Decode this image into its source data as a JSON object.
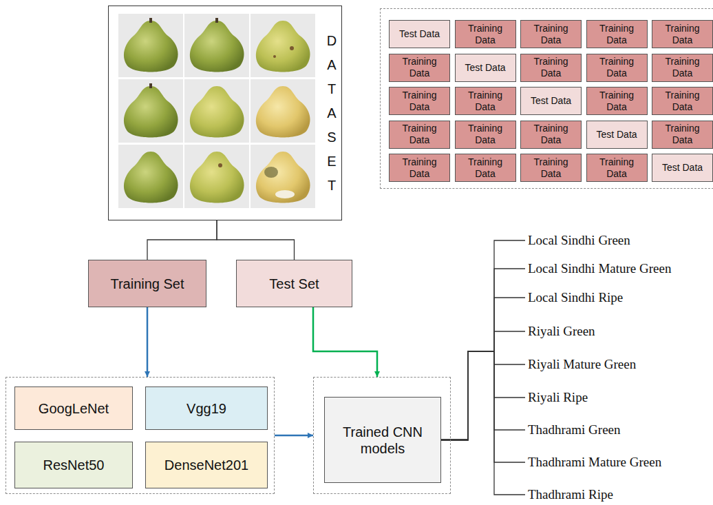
{
  "diagram": {
    "nodes": [
      {
        "text": [
          "DATASET"
        ]
      },
      {
        "text": []
      },
      {
        "text": [
          "Test Data"
        ],
        "in": 1
      },
      {
        "text": [
          "Training Data"
        ],
        "in": 1
      },
      {
        "text": [
          "Training Data"
        ],
        "in": 1
      },
      {
        "text": [
          "Training Data"
        ],
        "in": 1
      },
      {
        "text": [
          "Training Data"
        ],
        "in": 1
      },
      {
        "text": [
          "Training Data"
        ],
        "in": 1
      },
      {
        "text": [
          "Test Data"
        ],
        "in": 1
      },
      {
        "text": [
          "Training Data"
        ],
        "in": 1
      },
      {
        "text": [
          "Training Data"
        ],
        "in": 1
      },
      {
        "text": [
          "Training Data"
        ],
        "in": 1
      },
      {
        "text": [
          "Training Data"
        ],
        "in": 1
      },
      {
        "text": [
          "Training Data"
        ],
        "in": 1
      },
      {
        "text": [
          "Test Data"
        ],
        "in": 1
      },
      {
        "text": [
          "Training Data"
        ],
        "in": 1
      },
      {
        "text": [
          "Training Data"
        ],
        "in": 1
      },
      {
        "text": [
          "Training Data"
        ],
        "in": 1
      },
      {
        "text": [
          "Training Data"
        ],
        "in": 1
      },
      {
        "text": [
          "Training Data"
        ],
        "in": 1
      },
      {
        "text": [
          "Test Data"
        ],
        "in": 1
      },
      {
        "text": [
          "Training Data"
        ],
        "in": 1
      },
      {
        "text": [
          "Training Data"
        ],
        "in": 1
      },
      {
        "text": [
          "Training Data"
        ],
        "in": 1
      },
      {
        "text": [
          "Training Data"
        ],
        "in": 1
      },
      {
        "text": [
          "Training Data"
        ],
        "in": 1
      },
      {
        "text": [
          "Test Data"
        ],
        "in": 1
      },
      {
        "text": [
          "Training Set"
        ]
      },
      {
        "text": [
          "Test Set"
        ]
      },
      {
        "text": []
      },
      {
        "text": [
          "GoogLeNet"
        ],
        "in": 29
      },
      {
        "text": [
          "Vgg19"
        ],
        "in": 29
      },
      {
        "text": [
          "ResNet50"
        ],
        "in": 29
      },
      {
        "text": [
          "DenseNet201"
        ],
        "in": 29
      },
      {
        "text": []
      },
      {
        "text": [
          "Trained CNN models"
        ],
        "in": 34
      },
      {
        "text": [
          "Local Sindhi Green"
        ]
      },
      {
        "text": [
          "Local Sindhi Mature Green"
        ]
      },
      {
        "text": [
          "Local Sindhi Ripe"
        ]
      },
      {
        "text": [
          "Riyali Green"
        ]
      },
      {
        "text": [
          "Riyali Mature Green"
        ]
      },
      {
        "text": [
          "Riyali Ripe"
        ]
      },
      {
        "text": [
          "Thadhrami Green"
        ]
      },
      {
        "text": [
          "Thadhrami Mature Green"
        ]
      },
      {
        "text": [
          "Thadhrami Ripe"
        ]
      }
    ],
    "edges": [
      {
        "from": 0,
        "to": 27,
        "arrow": "none"
      },
      {
        "from": 0,
        "to": 28,
        "arrow": "none"
      },
      {
        "from": 27,
        "to": 29,
        "arrow": "to"
      },
      {
        "from": 28,
        "to": 34,
        "arrow": "to"
      },
      {
        "from": 29,
        "to": 34,
        "arrow": "to"
      },
      {
        "from": 35,
        "to": 36,
        "arrow": "none"
      },
      {
        "from": 35,
        "to": 37,
        "arrow": "none"
      },
      {
        "from": 35,
        "to": 38,
        "arrow": "none"
      },
      {
        "from": 35,
        "to": 39,
        "arrow": "none"
      },
      {
        "from": 35,
        "to": 40,
        "arrow": "none"
      },
      {
        "from": 35,
        "to": 41,
        "arrow": "none"
      },
      {
        "from": 35,
        "to": 42,
        "arrow": "none"
      },
      {
        "from": 35,
        "to": 43,
        "arrow": "none"
      },
      {
        "from": 35,
        "to": 44,
        "arrow": "none"
      }
    ]
  }
}
